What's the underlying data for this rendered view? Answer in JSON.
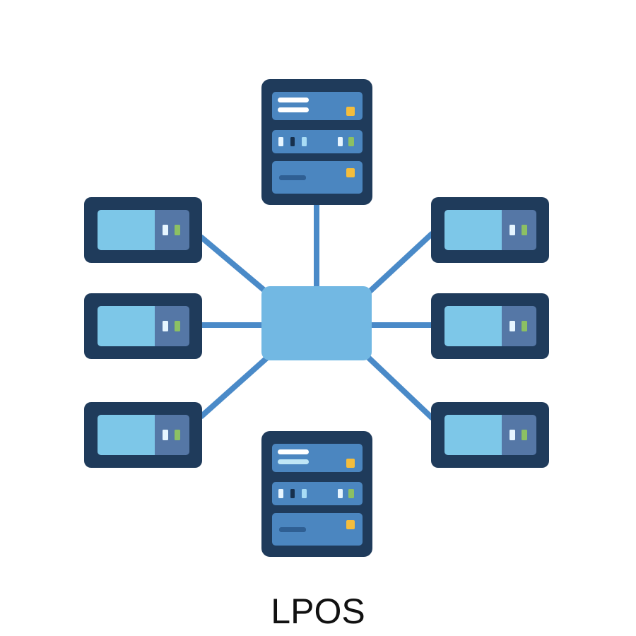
{
  "diagram": {
    "caption": "LPOS",
    "nodes": [
      {
        "id": "server-top",
        "type": "server"
      },
      {
        "id": "server-bottom",
        "type": "server"
      },
      {
        "id": "hub",
        "type": "hub"
      },
      {
        "id": "client-left-1",
        "type": "client"
      },
      {
        "id": "client-left-2",
        "type": "client"
      },
      {
        "id": "client-left-3",
        "type": "client"
      },
      {
        "id": "client-right-1",
        "type": "client"
      },
      {
        "id": "client-right-2",
        "type": "client"
      },
      {
        "id": "client-right-3",
        "type": "client"
      }
    ],
    "edges": [
      [
        "hub",
        "server-top"
      ],
      [
        "hub",
        "client-left-1"
      ],
      [
        "hub",
        "client-left-2"
      ],
      [
        "hub",
        "client-left-3"
      ],
      [
        "hub",
        "client-right-1"
      ],
      [
        "hub",
        "client-right-2"
      ],
      [
        "hub",
        "client-right-3"
      ]
    ],
    "colors": {
      "frame": "#1f3b5b",
      "link": "#4a8ac8",
      "hub": "#72b8e3",
      "screen": "#7dc7e8",
      "panel": "#5577a6",
      "slot": "#4b86c0",
      "led_yellow": "#f4bd3c",
      "led_green": "#8cc063",
      "led_white": "#e6f5ff"
    }
  }
}
